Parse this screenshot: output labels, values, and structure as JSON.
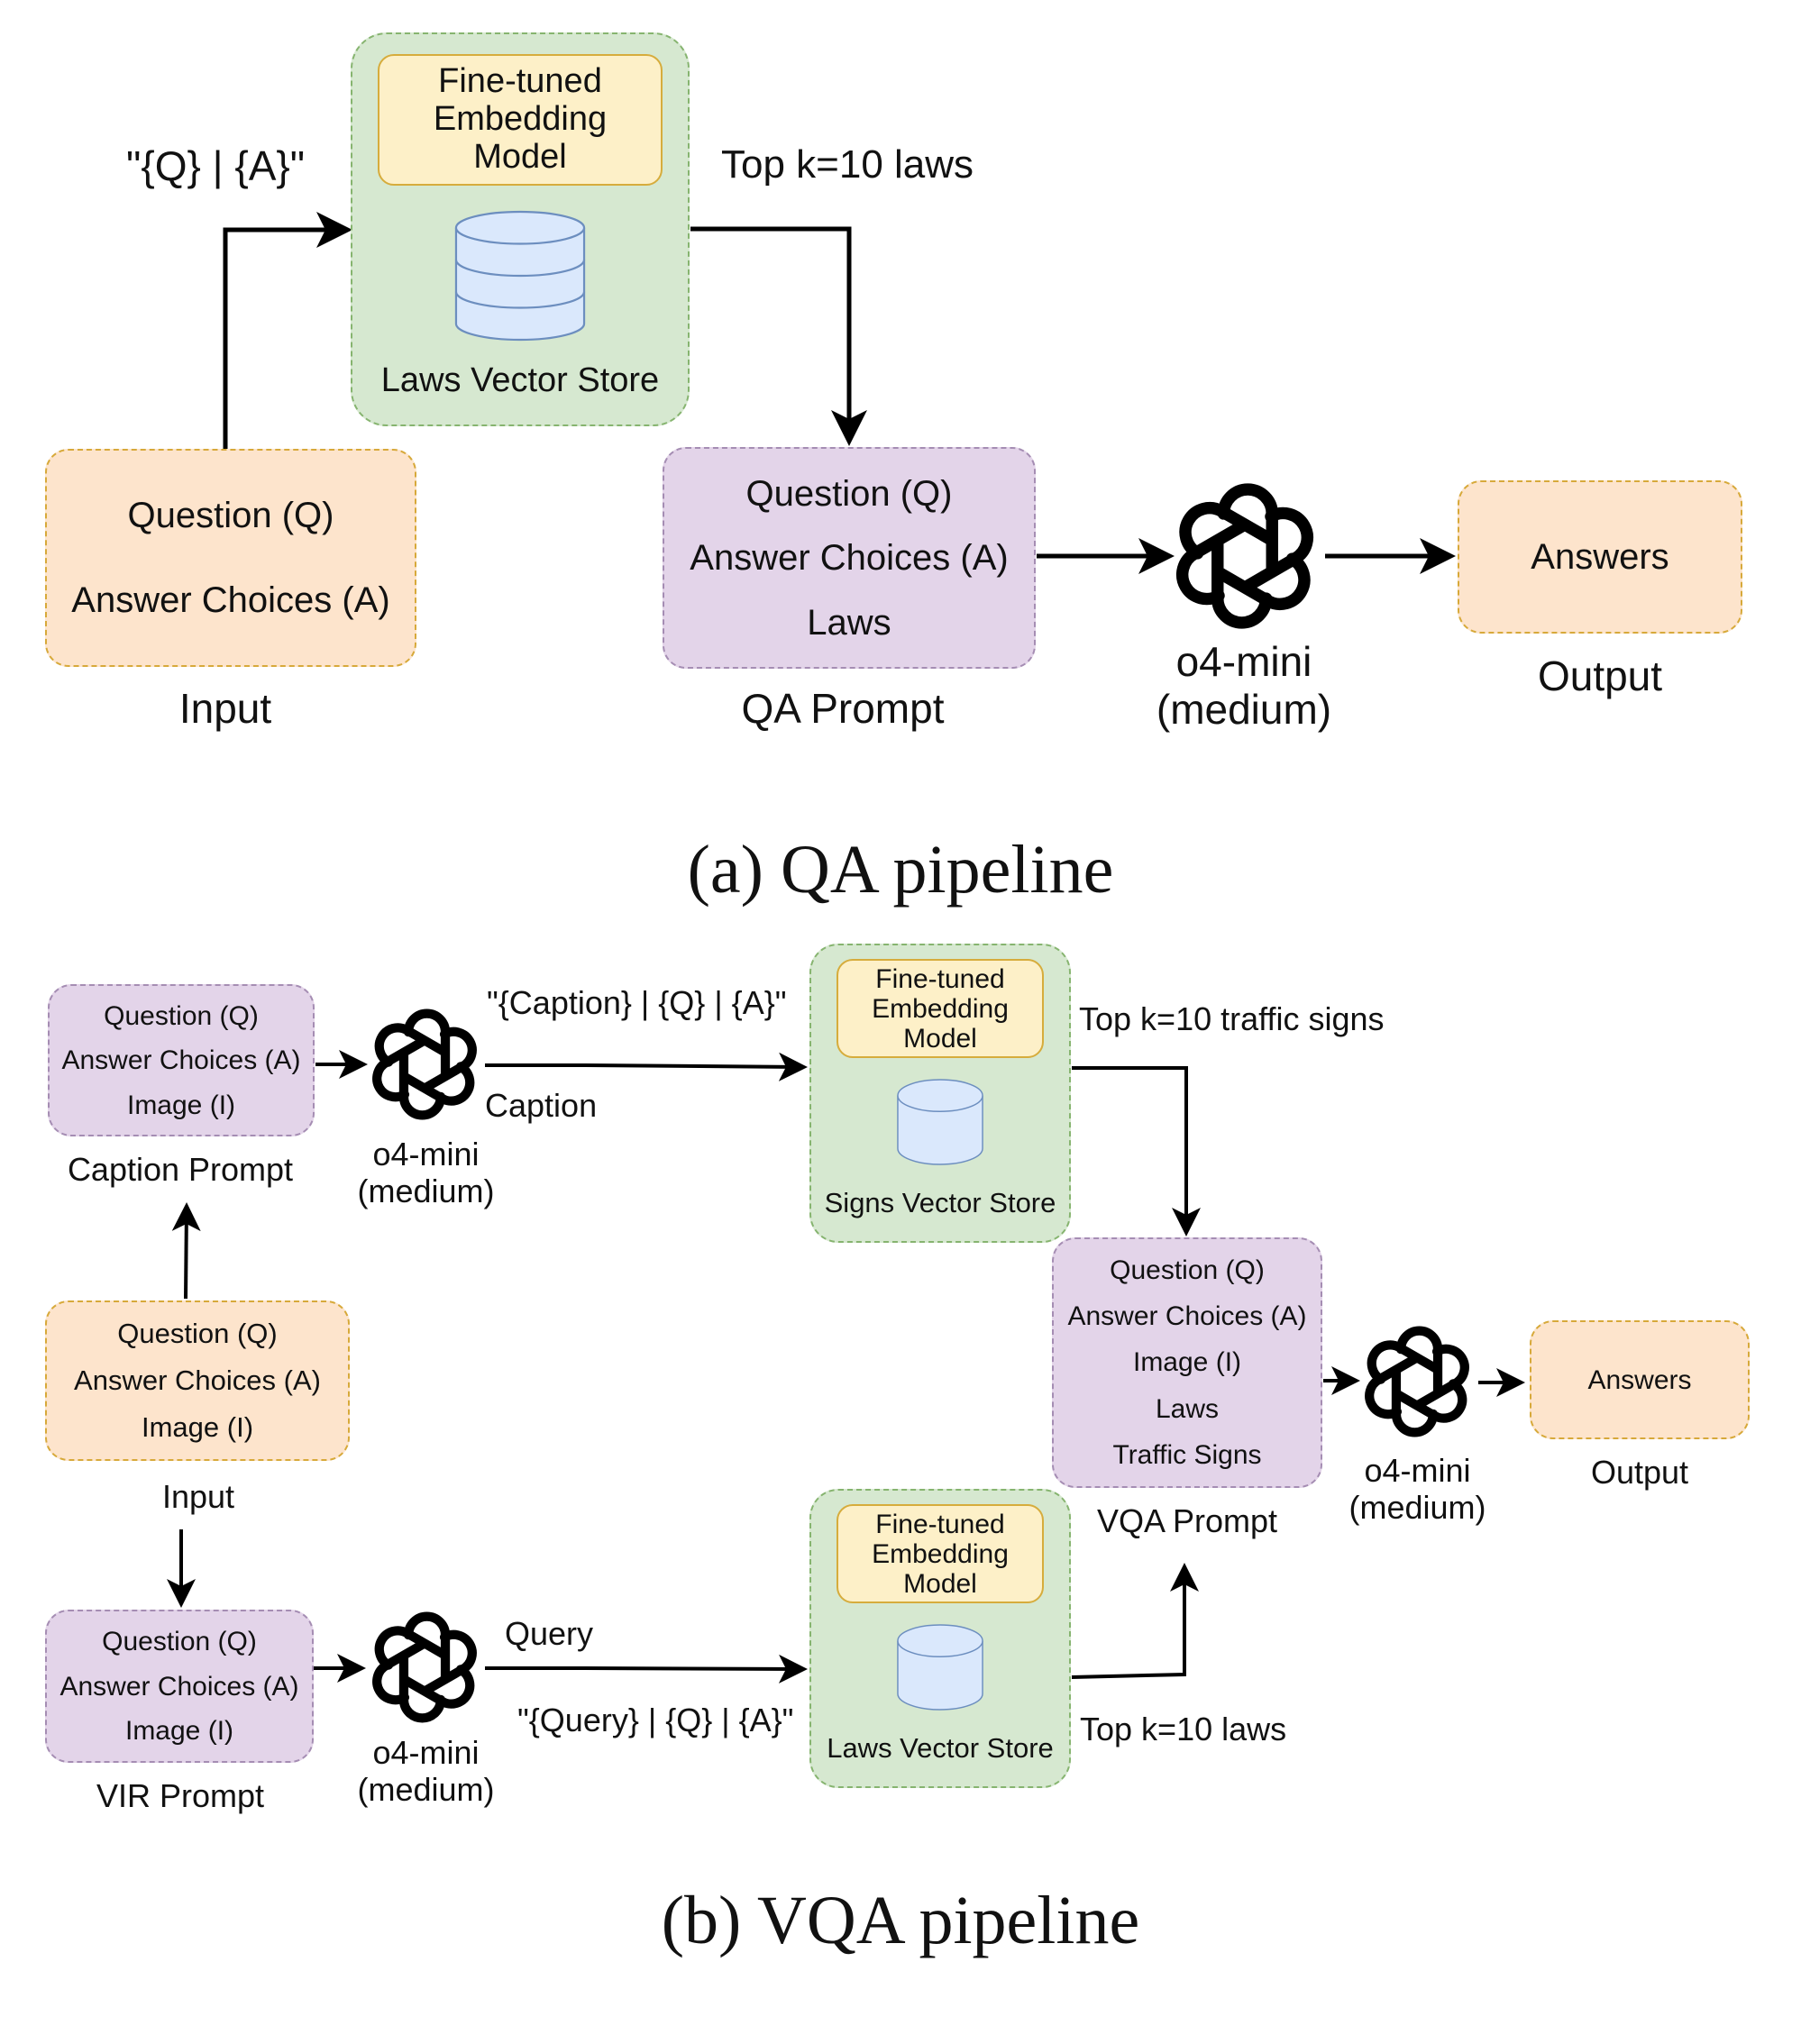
{
  "panel_a": {
    "caption": "(a) QA pipeline",
    "input_box": {
      "lines": [
        "Question (Q)",
        "Answer Choices (A)"
      ],
      "label": "Input"
    },
    "query_format": "\"{Q} | {A}\"",
    "retriever": {
      "embedding_model": [
        "Fine-tuned",
        "Embedding",
        "Model"
      ],
      "store": "Laws Vector Store"
    },
    "topk_label": "Top k=10 laws",
    "qa_prompt": {
      "lines": [
        "Question (Q)",
        "Answer Choices (A)",
        "Laws"
      ],
      "label": "QA Prompt"
    },
    "model": [
      "o4-mini",
      "(medium)"
    ],
    "output_box": {
      "text": "Answers",
      "label": "Output"
    }
  },
  "panel_b": {
    "caption": "(b) VQA pipeline",
    "caption_prompt": {
      "lines": [
        "Question (Q)",
        "Answer Choices (A)",
        "Image (I)"
      ],
      "label": "Caption Prompt"
    },
    "caption_model": [
      "o4-mini",
      "(medium)"
    ],
    "caption_edge_label": "Caption",
    "caption_query_format": "\"{Caption} | {Q} | {A}\"",
    "signs_retriever": {
      "embedding_model": [
        "Fine-tuned",
        "Embedding",
        "Model"
      ],
      "store": "Signs Vector Store"
    },
    "topk_signs_label": "Top k=10 traffic signs",
    "input_box": {
      "lines": [
        "Question (Q)",
        "Answer Choices (A)",
        "Image (I)"
      ],
      "label": "Input"
    },
    "vir_prompt": {
      "lines": [
        "Question (Q)",
        "Answer Choices (A)",
        "Image (I)"
      ],
      "label": "VIR Prompt"
    },
    "vir_model": [
      "o4-mini",
      "(medium)"
    ],
    "query_edge_label": "Query",
    "query_format": "\"{Query} | {Q} | {A}\"",
    "laws_retriever": {
      "embedding_model": [
        "Fine-tuned",
        "Embedding",
        "Model"
      ],
      "store": "Laws Vector Store"
    },
    "topk_laws_label": "Top k=10 laws",
    "vqa_prompt": {
      "lines": [
        "Question (Q)",
        "Answer Choices (A)",
        "Image (I)",
        "Laws",
        "Traffic Signs"
      ],
      "label": "VQA Prompt"
    },
    "final_model": [
      "o4-mini",
      "(medium)"
    ],
    "output_box": {
      "text": "Answers",
      "label": "Output"
    }
  },
  "icons": {
    "model_icon": "openai-logo-icon",
    "store_icon": "database-cylinder-icon"
  },
  "colors": {
    "input_fill": "#fde4cc",
    "prompt_fill": "#e3d4e9",
    "retriever_fill": "#d6e8d0",
    "embedding_fill": "#fdf0c8",
    "database_fill": "#dae8fc"
  }
}
